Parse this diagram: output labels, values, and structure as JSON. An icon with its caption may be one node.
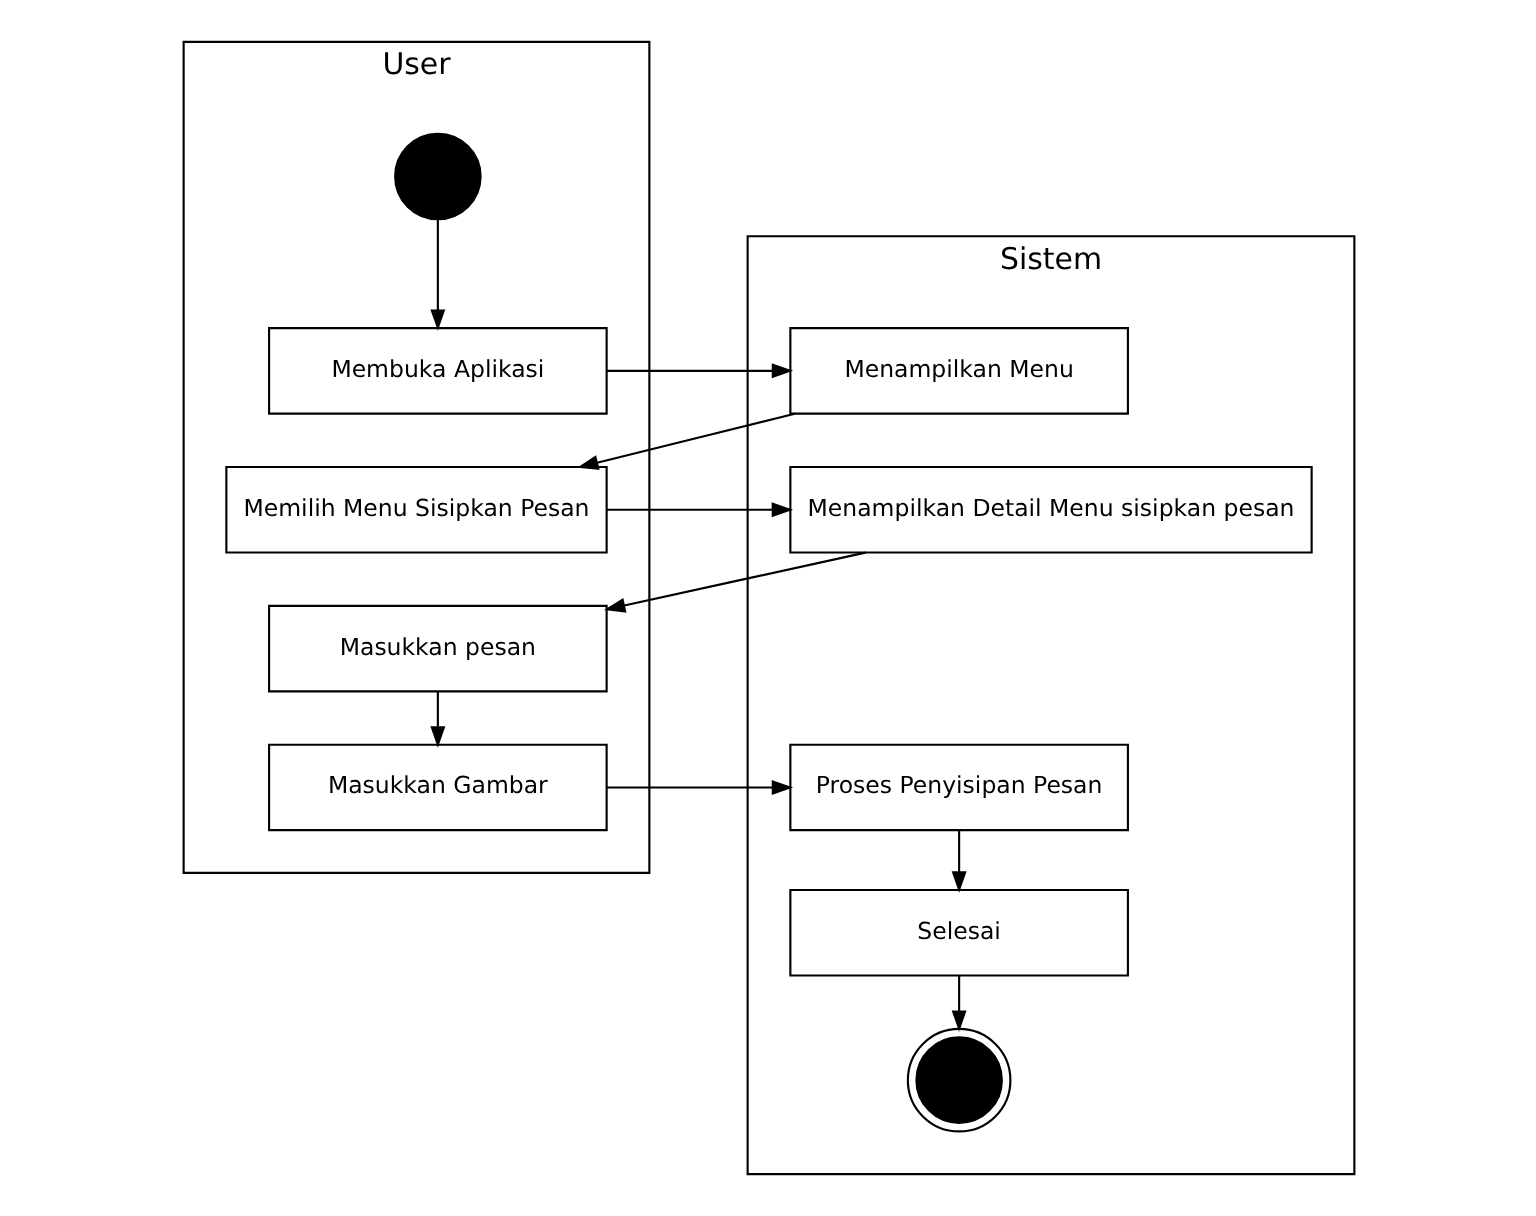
{
  "diagram": {
    "nodes": [
      {
        "text": [
          "User"
        ]
      },
      {
        "text": [
          "Sistem"
        ]
      },
      {
        "text": [],
        "shape": "circle",
        "in": 0
      },
      {
        "text": [
          "Membuka Aplikasi"
        ],
        "in": 0
      },
      {
        "text": [
          "Menampilkan Menu"
        ],
        "in": 1
      },
      {
        "text": [
          "Memilih Menu Sisipkan Pesan"
        ],
        "in": 0
      },
      {
        "text": [
          "Menampilkan Detail Menu sisipkan pesan"
        ],
        "in": 1
      },
      {
        "text": [
          "Masukkan pesan"
        ],
        "in": 0
      },
      {
        "text": [
          "Masukkan Gambar"
        ],
        "in": 0
      },
      {
        "text": [
          "Proses Penyisipan Pesan"
        ],
        "in": 1
      },
      {
        "text": [
          "Selesai"
        ],
        "in": 1
      },
      {
        "text": [],
        "shape": "bullseye",
        "in": 1
      }
    ],
    "edges": [
      {
        "from": 2,
        "to": 3,
        "arrow": "to"
      },
      {
        "from": 3,
        "to": 4,
        "arrow": "to"
      },
      {
        "from": 4,
        "to": 5,
        "arrow": "to"
      },
      {
        "from": 5,
        "to": 6,
        "arrow": "to"
      },
      {
        "from": 6,
        "to": 7,
        "arrow": "to"
      },
      {
        "from": 7,
        "to": 8,
        "arrow": "to"
      },
      {
        "from": 8,
        "to": 9,
        "arrow": "to"
      },
      {
        "from": 9,
        "to": 10,
        "arrow": "to"
      },
      {
        "from": 10,
        "to": 11,
        "arrow": "to"
      }
    ]
  }
}
